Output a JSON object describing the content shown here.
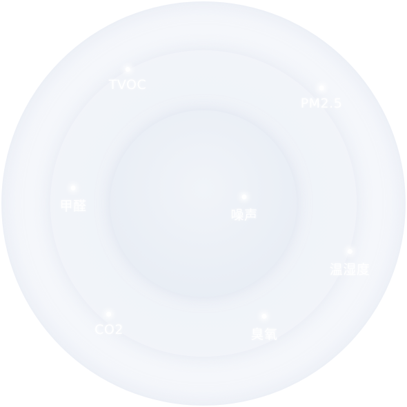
{
  "nodes": [
    {
      "id": "tvoc",
      "label": "TVOC"
    },
    {
      "id": "pm25",
      "label": "PM2.5"
    },
    {
      "id": "formaldehyde",
      "label": "甲醛"
    },
    {
      "id": "noise",
      "label": "噪声"
    },
    {
      "id": "temp-humidity",
      "label": "温湿度"
    },
    {
      "id": "co2",
      "label": "CO2"
    },
    {
      "id": "ozone",
      "label": "臭氧"
    }
  ]
}
